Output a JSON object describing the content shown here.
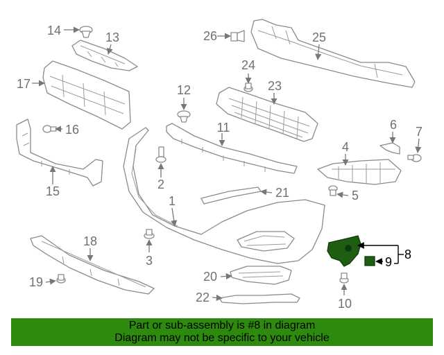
{
  "callouts": {
    "c1": "1",
    "c2": "2",
    "c3": "3",
    "c4": "4",
    "c5": "5",
    "c6": "6",
    "c7": "7",
    "c8": "8",
    "c9": "9",
    "c10": "10",
    "c11": "11",
    "c12": "12",
    "c13": "13",
    "c14": "14",
    "c15": "15",
    "c16": "16",
    "c17": "17",
    "c18": "18",
    "c19": "19",
    "c20": "20",
    "c21": "21",
    "c22": "22",
    "c23": "23",
    "c24": "24",
    "c25": "25",
    "c26": "26"
  },
  "banner": {
    "line1": "Part or sub-assembly is #8 in diagram",
    "line2": "Diagram may not be specific to your vehicle"
  },
  "colors": {
    "banner_bg": "#2e8a0f",
    "highlight_part": "#1d5e12",
    "line_art": "#8a8a8a"
  }
}
